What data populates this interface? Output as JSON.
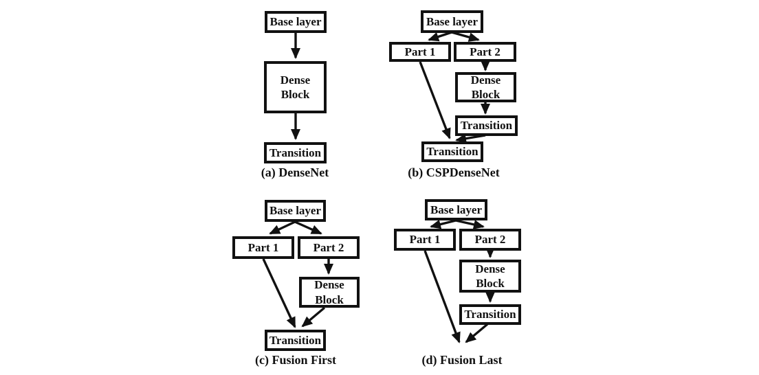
{
  "figure": {
    "colors": {
      "line": "#111111",
      "background": "#ffffff"
    },
    "panels": {
      "a": {
        "caption": "(a) DenseNet",
        "nodes": {
          "base": "Base layer",
          "dense": "Dense Block",
          "transition": "Transition"
        }
      },
      "b": {
        "caption": "(b) CSPDenseNet",
        "nodes": {
          "base": "Base layer",
          "part1": "Part 1",
          "part2": "Part 2",
          "dense": "Dense Block",
          "transition1": "Transition",
          "transition2": "Transition"
        }
      },
      "c": {
        "caption": "(c) Fusion First",
        "nodes": {
          "base": "Base layer",
          "part1": "Part 1",
          "part2": "Part 2",
          "dense": "Dense Block",
          "transition": "Transition"
        }
      },
      "d": {
        "caption": "(d) Fusion Last",
        "nodes": {
          "base": "Base layer",
          "part1": "Part 1",
          "part2": "Part 2",
          "dense": "Dense Block",
          "transition": "Transition"
        }
      }
    }
  }
}
